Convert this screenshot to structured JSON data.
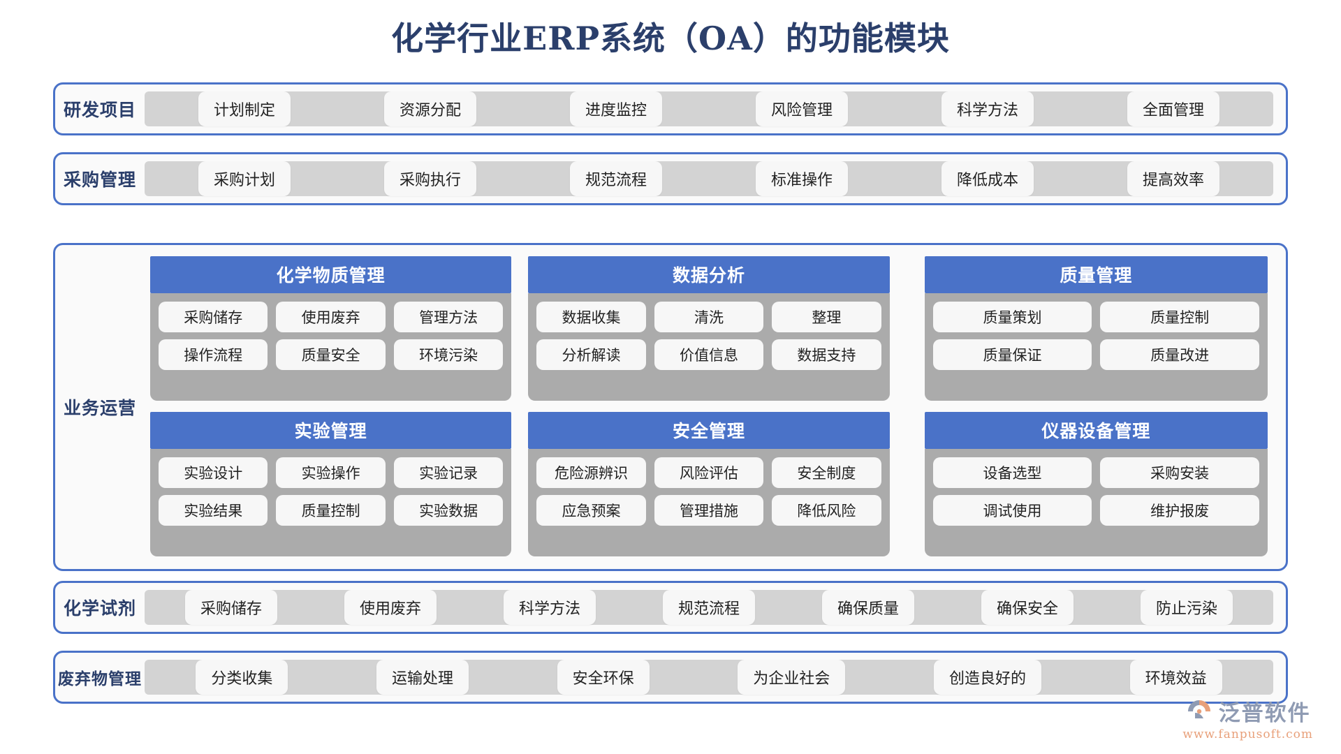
{
  "title": "化学行业ERP系统（OA）的功能模块",
  "colors": {
    "accent_blue": "#4a72c8",
    "title_navy": "#2b3f6b",
    "strip_gray": "#d3d3d3",
    "card_gray": "#ababab",
    "chip_white": "#f7f7f7",
    "logo_blue": "#8f9bb3",
    "logo_orange": "#e8a07a"
  },
  "bands": [
    {
      "label": "研发项目",
      "chips": [
        "计划制定",
        "资源分配",
        "进度监控",
        "风险管理",
        "科学方法",
        "全面管理"
      ]
    },
    {
      "label": "采购管理",
      "chips": [
        "采购计划",
        "采购执行",
        "规范流程",
        "标准操作",
        "降低成本",
        "提高效率"
      ]
    },
    {
      "label": "化学试剂",
      "chips": [
        "采购储存",
        "使用废弃",
        "科学方法",
        "规范流程",
        "确保质量",
        "确保安全",
        "防止污染"
      ]
    },
    {
      "label": "废弃物管理",
      "chips": [
        "分类收集",
        "运输处理",
        "安全环保",
        "为企业社会",
        "创造良好的",
        "环境效益"
      ]
    }
  ],
  "operations": {
    "label": "业务运营",
    "cards": [
      {
        "title": "化学物质管理",
        "rows": [
          [
            "采购储存",
            "使用废弃",
            "管理方法"
          ],
          [
            "操作流程",
            "质量安全",
            "环境污染"
          ]
        ]
      },
      {
        "title": "数据分析",
        "rows": [
          [
            "数据收集",
            "清洗",
            "整理"
          ],
          [
            "分析解读",
            "价值信息",
            "数据支持"
          ]
        ]
      },
      {
        "title": "质量管理",
        "rows": [
          [
            "质量策划",
            "质量控制"
          ],
          [
            "质量保证",
            "质量改进"
          ]
        ]
      },
      {
        "title": "实验管理",
        "rows": [
          [
            "实验设计",
            "实验操作",
            "实验记录"
          ],
          [
            "实验结果",
            "质量控制",
            "实验数据"
          ]
        ]
      },
      {
        "title": "安全管理",
        "rows": [
          [
            "危险源辨识",
            "风险评估",
            "安全制度"
          ],
          [
            "应急预案",
            "管理措施",
            "降低风险"
          ]
        ]
      },
      {
        "title": "仪器设备管理",
        "rows": [
          [
            "设备选型",
            "采购安装"
          ],
          [
            "调试使用",
            "维护报废"
          ]
        ]
      }
    ]
  },
  "logo": {
    "name": "泛普软件",
    "url": "www.fanpusoft.com"
  }
}
